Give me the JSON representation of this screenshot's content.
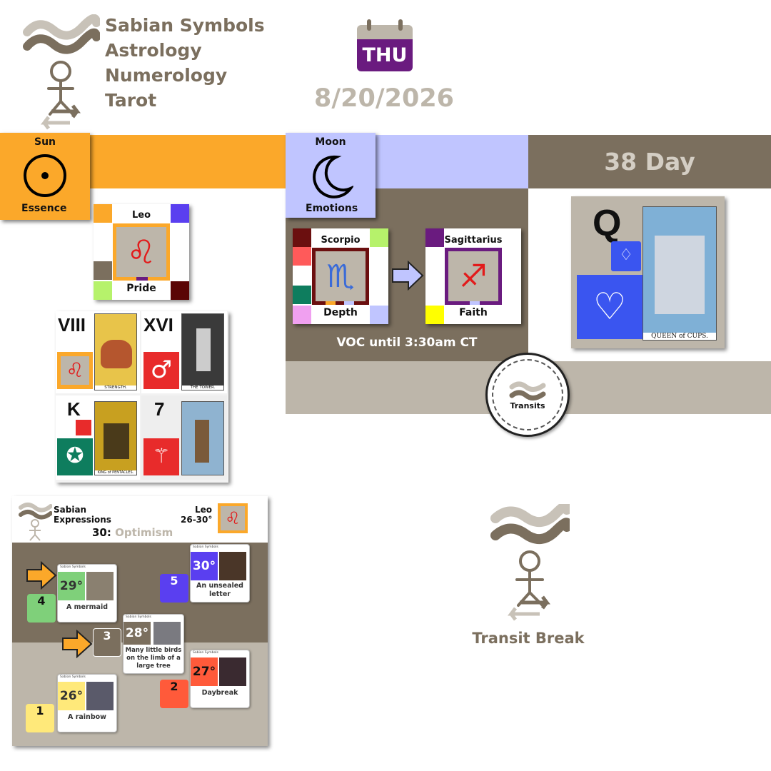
{
  "brand": {
    "lines": [
      "Sabian Symbols",
      "Astrology",
      "Numerology",
      "Tarot"
    ],
    "color": "#7b6f5e"
  },
  "date": {
    "weekday": "THU",
    "date_text": "8/20/2026",
    "weekday_color": "#6a1b7f"
  },
  "sun": {
    "title": "Sun",
    "subtitle": "Essence",
    "sign_card": {
      "sign": "Leo",
      "keyword": "Pride"
    },
    "band_color": "#fba82a"
  },
  "moon": {
    "title": "Moon",
    "subtitle": "Emotions",
    "from": {
      "sign": "Scorpio",
      "keyword": "Depth"
    },
    "to": {
      "sign": "Sagittarius",
      "keyword": "Faith"
    },
    "voc": "VOC until 3:30am CT",
    "band_color": "#c0c5ff"
  },
  "day": {
    "label": "38 Day",
    "tarot_rank": "Q",
    "tarot_caption": "QUEEN of CUPS."
  },
  "transits_badge": "Transits",
  "tarot_cards": [
    {
      "rank": "VIII",
      "caption": "STRENGTH."
    },
    {
      "rank": "XVI",
      "caption": "THE TOWER."
    },
    {
      "rank": "K",
      "caption": "KING of PENTACLES."
    },
    {
      "rank": "7",
      "caption": ""
    }
  ],
  "expressions": {
    "brand": "Sabian",
    "heading": "Expressions",
    "sign": "Leo",
    "range": "26-30°",
    "degree": "30:",
    "theme": "Optimism",
    "mini_header": "Sabian Symbols",
    "mini_sign": "Leo",
    "items": [
      {
        "deg": "30°",
        "caption": "An unsealed letter",
        "num": "5"
      },
      {
        "deg": "29°",
        "caption": "A mermaid",
        "num": "4"
      },
      {
        "deg": "28°",
        "caption": "Many little birds on the limb of a large tree",
        "num": "3"
      },
      {
        "deg": "27°",
        "caption": "Daybreak",
        "num": "2"
      },
      {
        "deg": "26°",
        "caption": "A rainbow",
        "num": "1"
      }
    ]
  },
  "transit_break": "Transit Break"
}
